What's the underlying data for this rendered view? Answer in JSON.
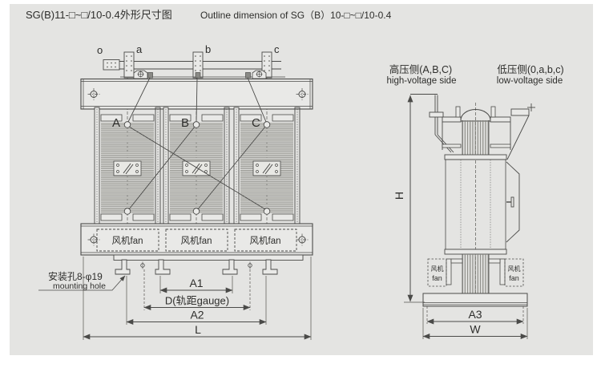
{
  "title": {
    "cn": "SG(B)11-□~□/10-0.4外形尺寸图",
    "en": "Outline dimension of SG（B）10-□~□/10-0.4"
  },
  "front": {
    "terminals": {
      "o": "o",
      "a": "a",
      "b": "b",
      "c": "c"
    },
    "phases": {
      "a": "A",
      "b": "B",
      "c": "C"
    },
    "fan_label": "风机fan",
    "mounting_hole": {
      "cn": "安装孔8-φ19",
      "en": "mounting hole"
    },
    "dims": {
      "a1": "A1",
      "d": "D(轨距gauge)",
      "a2": "A2",
      "l": "L"
    }
  },
  "side": {
    "hv": {
      "cn": "高压侧(A,B,C)",
      "en": "high-voltage side"
    },
    "lv": {
      "cn": "低压侧(0,a,b,c)",
      "en": "low-voltage side"
    },
    "fan": {
      "cn": "风机",
      "en": "fan"
    },
    "dims": {
      "h": "H",
      "a3": "A3",
      "w": "W"
    }
  },
  "colors": {
    "page_bg": "#ffffff",
    "panel_bg": "#e4e4e2",
    "line": "#4a4a48",
    "fin_fill": "#c2c2be",
    "text": "#2e2e2c"
  }
}
